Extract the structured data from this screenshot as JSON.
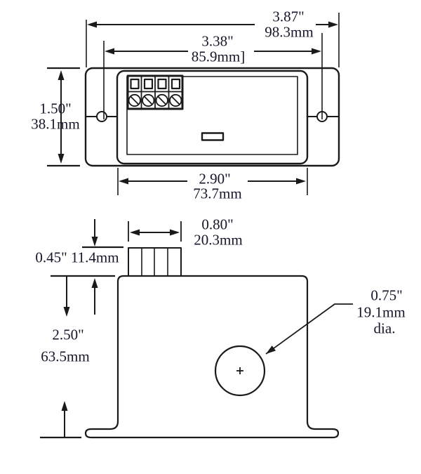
{
  "drawing": {
    "views": {
      "top_view": {
        "dims": {
          "overall_width": {
            "in": "3.87\"",
            "mm": "98.3mm"
          },
          "mount_hole_spacing": {
            "in": "3.38\"",
            "mm": "85.9mm]"
          },
          "height": {
            "in": "1.50\"",
            "mm": "38.1mm"
          },
          "body_width": {
            "in": "2.90\"",
            "mm": "73.7mm"
          }
        }
      },
      "front_view": {
        "dims": {
          "terminal_block_width": {
            "in": "0.80\"",
            "mm": "20.3mm"
          },
          "terminal_block_height": {
            "combined": "0.45\" 11.4mm"
          },
          "body_height": {
            "in": "2.50\"",
            "mm": "63.5mm"
          },
          "mount_hole": {
            "in": "0.75\"",
            "mm": "19.1mm",
            "note": "dia."
          }
        }
      }
    },
    "colors": {
      "line": "#1a1a1a",
      "text": "#16162a",
      "background": "#ffffff"
    }
  }
}
